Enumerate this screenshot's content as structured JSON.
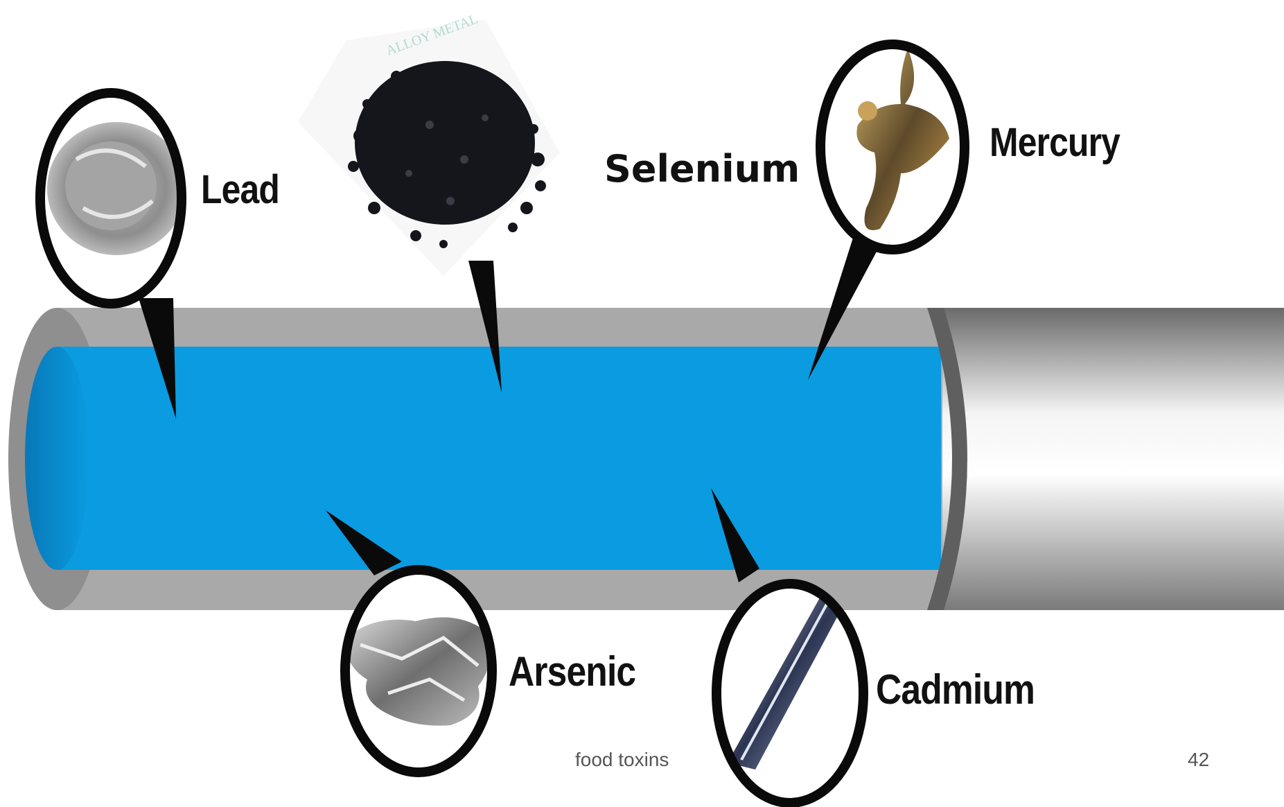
{
  "labels": {
    "lead": "Lead",
    "selenium": "Selenium",
    "mercury": "Mercury",
    "arsenic": "Arsenic",
    "cadmium": "Cadmium"
  },
  "footer": {
    "title": "food toxins",
    "page_number": "42"
  },
  "watermark": "ALLOY METAL",
  "colors": {
    "water": "#0a9be0",
    "pipe_wall": "#a9a9a9",
    "pipe_dark": "#6e6e6e",
    "bubble_outline": "#0a0a0a"
  }
}
